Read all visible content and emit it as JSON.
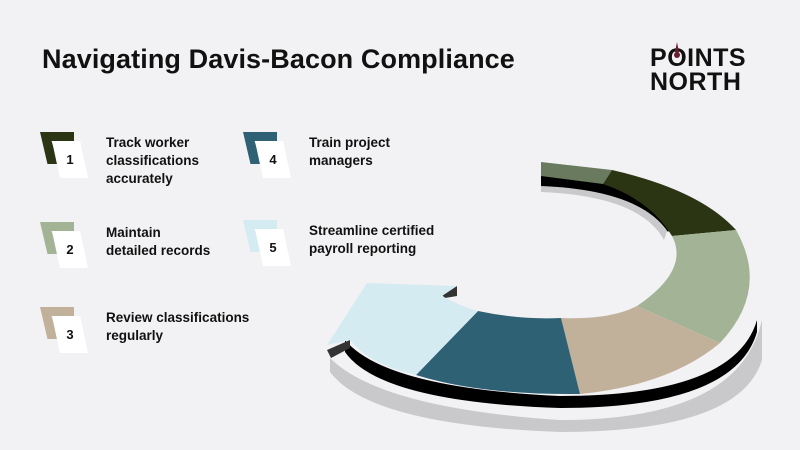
{
  "header": {
    "title": "Navigating Davis-Bacon Compliance",
    "logo_line1_pre": "P",
    "logo_line1_o": "O",
    "logo_line1_post": "INTS",
    "logo_line2": "NORTH",
    "logo_icon": "compass-pin-icon",
    "logo_accent": "#6b1f2e"
  },
  "steps": [
    {
      "num": "1",
      "label": "Track worker classifications accurately",
      "lines": [
        "Track worker",
        "classifications",
        "accurately"
      ],
      "color": "#2b3514"
    },
    {
      "num": "2",
      "label": "Maintain detailed records",
      "lines": [
        "Maintain",
        "detailed records"
      ],
      "color": "#a3b496"
    },
    {
      "num": "3",
      "label": "Review classifications regularly",
      "lines": [
        "Review classifications",
        "regularly"
      ],
      "color": "#c2b19a"
    },
    {
      "num": "4",
      "label": "Train project managers",
      "lines": [
        "Train project",
        "managers"
      ],
      "color": "#2e6174"
    },
    {
      "num": "5",
      "label": "Streamline certified payroll reporting",
      "lines": [
        "Streamline certified",
        "payroll reporting"
      ],
      "color": "#d5ebf2"
    }
  ],
  "ring": {
    "segments": [
      {
        "step": "1",
        "color": "#2b3514"
      },
      {
        "step": "2",
        "color": "#a3b496"
      },
      {
        "step": "3",
        "color": "#c2b19a"
      },
      {
        "step": "4",
        "color": "#2e6174"
      },
      {
        "step": "5",
        "color": "#d5ebf2",
        "shape": "arrowhead"
      }
    ],
    "start_tab_color": "#6a7a5e",
    "edge_color": "#000000",
    "shadow_color": "#c9c9cc"
  }
}
